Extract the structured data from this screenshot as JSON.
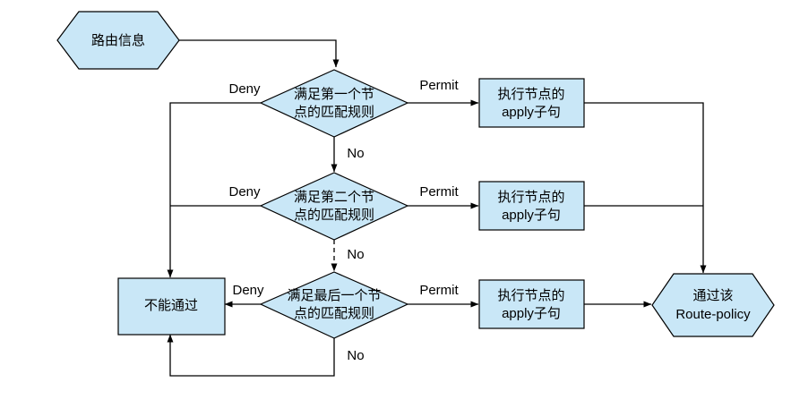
{
  "diagram": {
    "title_present": false,
    "background_color": "#ffffff",
    "shape_fill_color": "#c9e7f7",
    "shape_stroke_color": "#000000",
    "nodes": {
      "start": {
        "label": "路由信息",
        "shape": "hexagon"
      },
      "decision1": {
        "line1": "满足第一个节",
        "line2": "点的匹配规则",
        "shape": "diamond"
      },
      "decision2": {
        "line1": "满足第二个节",
        "line2": "点的匹配规则",
        "shape": "diamond"
      },
      "decision3": {
        "line1": "满足最后一个节",
        "line2": "点的匹配规则",
        "shape": "diamond"
      },
      "apply1": {
        "line1": "执行节点的",
        "line2": "apply子句",
        "shape": "rectangle"
      },
      "apply2": {
        "line1": "执行节点的",
        "line2": "apply子句",
        "shape": "rectangle"
      },
      "apply3": {
        "line1": "执行节点的",
        "line2": "apply子句",
        "shape": "rectangle"
      },
      "reject": {
        "label": "不能通过",
        "shape": "rectangle"
      },
      "accept": {
        "line1": "通过该",
        "line2": "Route-policy",
        "shape": "hexagon"
      }
    },
    "edge_labels": {
      "deny1": "Deny",
      "deny2": "Deny",
      "deny3": "Deny",
      "permit1": "Permit",
      "permit2": "Permit",
      "permit3": "Permit",
      "no1": "No",
      "no2": "No",
      "no3": "No"
    }
  }
}
